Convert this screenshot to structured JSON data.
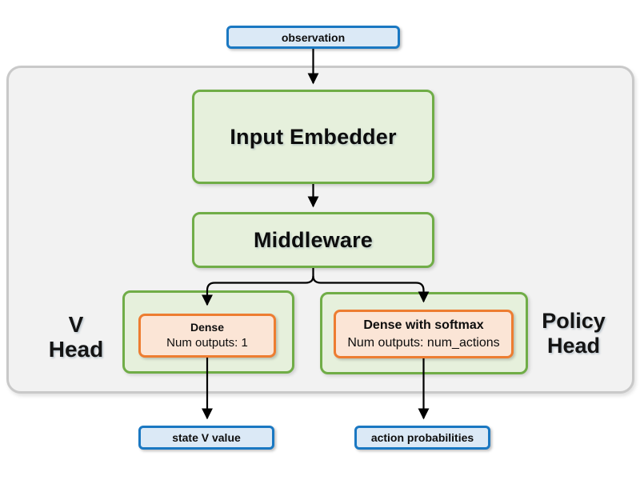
{
  "nodes": {
    "observation": {
      "label": "observation"
    },
    "input_embedder": {
      "label": "Input Embedder"
    },
    "middleware": {
      "label": "Middleware"
    },
    "v_head": {
      "label_line1": "V",
      "label_line2": "Head",
      "dense_title": "Dense",
      "dense_outputs": "Num outputs: 1"
    },
    "policy_head": {
      "label_line1": "Policy",
      "label_line2": "Head",
      "dense_title": "Dense with softmax",
      "dense_outputs": "Num outputs: num_actions"
    },
    "state_v_value": {
      "label": "state V value"
    },
    "action_probabilities": {
      "label": "action probabilities"
    }
  },
  "colors": {
    "io_box_fill": "#dbe9f6",
    "io_box_border": "#1a78c2",
    "stage_box_fill": "#e6f0dc",
    "stage_box_border": "#70ad47",
    "dense_box_fill": "#fbe5d6",
    "dense_box_border": "#ed7d31",
    "container_fill": "#f2f2f2",
    "container_border": "#c9c9c9",
    "arrow": "#000000"
  }
}
